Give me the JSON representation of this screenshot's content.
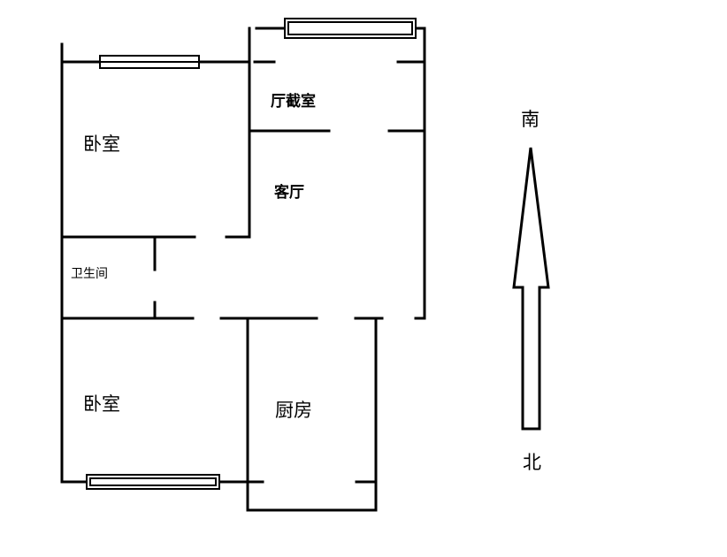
{
  "rooms": {
    "bedroom_top": "卧室",
    "vestibule": "厅截室",
    "living_room": "客厅",
    "bathroom": "卫生间",
    "bedroom_bottom": "卧室",
    "kitchen": "厨房"
  },
  "compass": {
    "top": "南",
    "bottom": "北"
  }
}
